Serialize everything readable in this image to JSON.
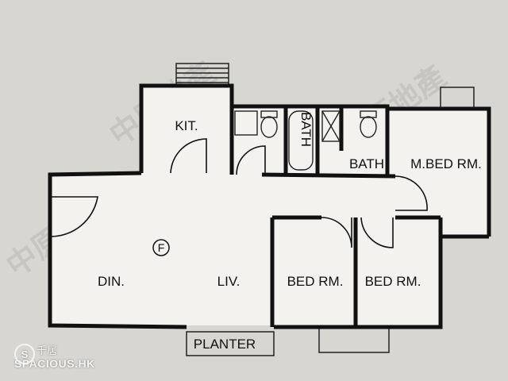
{
  "rooms": {
    "kitchen": "KIT.",
    "bath1": "BATH",
    "bath2": "BATH",
    "master_bedroom": "M.BED RM.",
    "dining": "DIN.",
    "living": "LIV.",
    "bedroom1": "BED RM.",
    "bedroom2": "BED RM.",
    "planter": "PLANTER"
  },
  "symbols": {
    "f_marker": "F"
  },
  "watermark": {
    "cn": "千居",
    "en": "SPACIOUS.HK",
    "agency_cn": "中原地產"
  },
  "colors": {
    "background": "#d7d6d1",
    "floor": "#f3f2ee",
    "wall": "#111111"
  }
}
